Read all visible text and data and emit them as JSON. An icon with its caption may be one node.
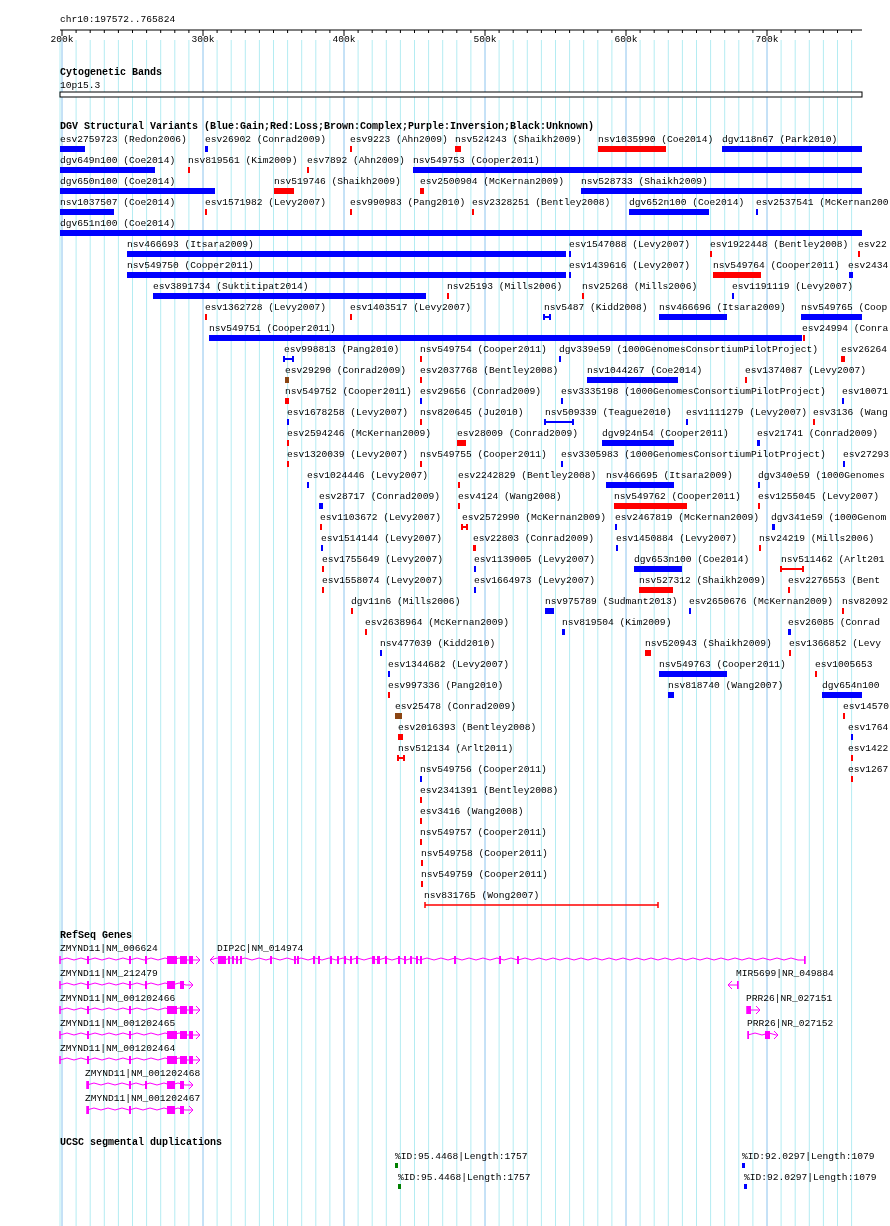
{
  "diagram": {
    "labels": [
      "chr10:197572..765824",
      "200k",
      "300k",
      "400k",
      "500k",
      "600k",
      "700k",
      "Cytogenetic Bands",
      "10p15.3",
      "DGV Structural Variants (Blue:Gain;Red:Loss;Brown:Complex;Purple:Inversion;Black:Unknown)",
      "esv2759723 (Redon2006)",
      "esv26902 (Conrad2009)",
      "esv9223 (Ahn2009)",
      "nsv524243 (Shaikh2009)",
      "nsv1035990 (Coe2014)",
      "dgv118n67 (Park2010)",
      "dgv649n100 (Coe2014)",
      "nsv819561 (Kim2009)",
      "esv7892 (Ahn2009)",
      "nsv549753 (Cooper2011)",
      "dgv650n100 (Coe2014)",
      "nsv519746 (Shaikh2009)",
      "esv2500904 (McKernan2009)",
      "nsv528733 (Shaikh2009)",
      "nsv1037507 (Coe2014)",
      "esv1571982 (Levy2007)",
      "esv990983 (Pang2010)",
      "esv2328251 (Bentley2008)",
      "dgv652n100 (Coe2014)",
      "esv2537541 (McKernan200",
      "dgv651n100 (Coe2014)",
      "nsv466693 (Itsara2009)",
      "esv1547088 (Levy2007)",
      "esv1922448 (Bentley2008)",
      "esv22",
      "nsv549750 (Cooper2011)",
      "esv1439616 (Levy2007)",
      "nsv549764 (Cooper2011)",
      "esv2434",
      "esv3891734 (Suktitipat2014)",
      "nsv25193 (Mills2006)",
      "nsv25268 (Mills2006)",
      "esv1191119 (Levy2007)",
      "esv1362728 (Levy2007)",
      "esv1403517 (Levy2007)",
      "nsv5487 (Kidd2008)",
      "nsv466696 (Itsara2009)",
      "nsv549765 (Coop",
      "nsv549751 (Cooper2011)",
      "esv24994 (Conra",
      "esv998813 (Pang2010)",
      "nsv549754 (Cooper2011)",
      "dgv339e59 (1000GenomesConsortiumPilotProject)",
      "esv26264",
      "esv29290 (Conrad2009)",
      "esv2037768 (Bentley2008)",
      "nsv1044267 (Coe2014)",
      "esv1374087 (Levy2007)",
      "nsv549752 (Cooper2011)",
      "esv29656 (Conrad2009)",
      "esv3335198 (1000GenomesConsortiumPilotProject)",
      "esv10071",
      "esv1678258 (Levy2007)",
      "nsv820645 (Ju2010)",
      "nsv509339 (Teague2010)",
      "esv1111279 (Levy2007)",
      "esv3136 (Wang",
      "esv2594246 (McKernan2009)",
      "esv28009 (Conrad2009)",
      "dgv924n54 (Cooper2011)",
      "esv21741 (Conrad2009)",
      "esv1320039 (Levy2007)",
      "nsv549755 (Cooper2011)",
      "esv3305983 (1000GenomesConsortiumPilotProject)",
      "esv27293",
      "esv1024446 (Levy2007)",
      "esv2242829 (Bentley2008)",
      "nsv466695 (Itsara2009)",
      "dgv340e59 (1000Genomes",
      "esv28717 (Conrad2009)",
      "esv4124 (Wang2008)",
      "nsv549762 (Cooper2011)",
      "esv1255045 (Levy2007)",
      "esv1103672 (Levy2007)",
      "esv2572990 (McKernan2009)",
      "esv2467819 (McKernan2009)",
      "dgv341e59 (1000Genom",
      "esv1514144 (Levy2007)",
      "esv22803 (Conrad2009)",
      "esv1450884 (Levy2007)",
      "nsv24219 (Mills2006)",
      "esv1755649 (Levy2007)",
      "esv1139005 (Levy2007)",
      "dgv653n100 (Coe2014)",
      "nsv511462 (Arlt201",
      "esv1558074 (Levy2007)",
      "esv1664973 (Levy2007)",
      "nsv527312 (Shaikh2009)",
      "esv2276553 (Bent",
      "dgv11n6 (Mills2006)",
      "nsv975789 (Sudmant2013)",
      "esv2650676 (McKernan2009)",
      "nsv82092",
      "esv2638964 (McKernan2009)",
      "nsv819504 (Kim2009)",
      "esv26085 (Conrad",
      "nsv477039 (Kidd2010)",
      "nsv520943 (Shaikh2009)",
      "esv1366852 (Levy",
      "esv1344682 (Levy2007)",
      "nsv549763 (Cooper2011)",
      "esv1005653",
      "esv997336 (Pang2010)",
      "nsv818740 (Wang2007)",
      "dgv654n100",
      "esv25478 (Conrad2009)",
      "esv14570",
      "esv2016393 (Bentley2008)",
      "esv1764",
      "nsv512134 (Arlt2011)",
      "esv1422",
      "nsv549756 (Cooper2011)",
      "esv1267",
      "esv2341391 (Bentley2008)",
      "esv3416 (Wang2008)",
      "nsv549757 (Cooper2011)",
      "nsv549758 (Cooper2011)",
      "nsv549759 (Cooper2011)",
      "nsv831765 (Wong2007)",
      "RefSeq Genes",
      "ZMYND11|NM_006624",
      "DIP2C|NM_014974",
      "ZMYND11|NM_212479",
      "MIR5699|NR_049884",
      "ZMYND11|NM_001202466",
      "PRR26|NR_027151",
      "ZMYND11|NM_001202465",
      "PRR26|NR_027152",
      "ZMYND11|NM_001202464",
      "ZMYND11|NM_001202468",
      "ZMYND11|NM_001202467",
      "UCSC segmental duplications",
      "%ID:95.4468|Length:1757",
      "%ID:92.0297|Length:1079",
      "%ID:95.4468|Length:1757",
      "%ID:92.0297|Length:1079"
    ]
  }
}
